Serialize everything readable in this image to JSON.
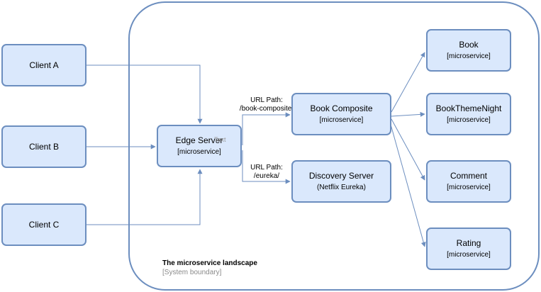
{
  "boundary": {
    "title": "The microservice landscape",
    "subtitle": "[System boundary]"
  },
  "clients": [
    {
      "label": "Client A"
    },
    {
      "label": "Client B"
    },
    {
      "label": "Client C"
    }
  ],
  "edge_server": {
    "title": "Edge Server",
    "subtitle": "[microservice]",
    "overlay": "Text"
  },
  "book_composite": {
    "title": "Book Composite",
    "subtitle": "[microservice]"
  },
  "discovery_server": {
    "title": "Discovery Server",
    "subtitle": "(Netflix Eureka)"
  },
  "services": [
    {
      "title": "Book",
      "subtitle": "[microservice]"
    },
    {
      "title": "BookThemeNight",
      "subtitle": "[microservice]"
    },
    {
      "title": "Comment",
      "subtitle": "[microservice]"
    },
    {
      "title": "Rating",
      "subtitle": "[microservice]"
    }
  ],
  "routes": {
    "composite_line1": "URL Path:",
    "composite_line2": "/book-composite/",
    "eureka_line1": "URL Path:",
    "eureka_line2": "/eureka/"
  },
  "colors": {
    "node_fill": "#dae8fc",
    "node_stroke": "#6c8ebf",
    "edge_stroke": "#6c8ebf"
  }
}
